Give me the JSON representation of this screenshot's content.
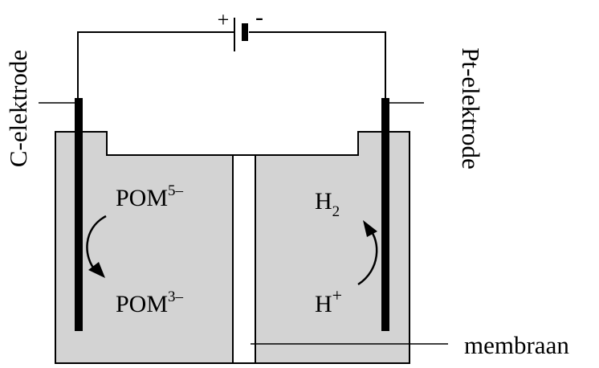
{
  "circuit": {
    "battery": {
      "plus_sign": "+",
      "minus_sign": "-"
    }
  },
  "electrodes": {
    "left_label": "C-elektrode",
    "right_label": "Pt-elektrode"
  },
  "left_compartment": {
    "top_species": {
      "base": "POM",
      "charge": "5–"
    },
    "bottom_species": {
      "base": "POM",
      "charge": "3–"
    }
  },
  "right_compartment": {
    "top_species": {
      "base": "H",
      "subscript": "2"
    },
    "bottom_species": {
      "base": "H",
      "charge": "+"
    }
  },
  "membrane": {
    "label": "membraan"
  },
  "colors": {
    "electrolyte_fill": "#d3d3d3",
    "outline": "#000000",
    "background": "#ffffff"
  }
}
